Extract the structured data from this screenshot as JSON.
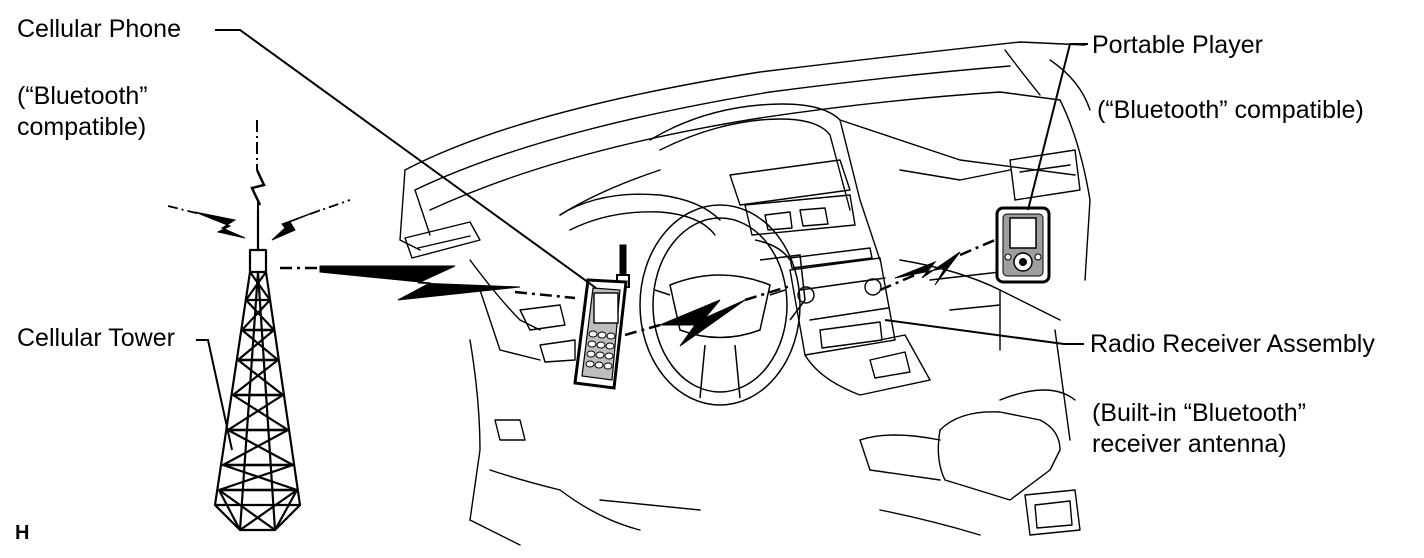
{
  "labels": {
    "cellular_phone": "Cellular Phone",
    "cellular_phone_note_1": "(“Bluetooth”",
    "cellular_phone_note_2": "compatible)",
    "portable_player": "Portable Player",
    "portable_player_note": "(“Bluetooth” compatible)",
    "cellular_tower": "Cellular Tower",
    "radio_receiver": "Radio Receiver Assembly",
    "radio_receiver_note_1": "(Built-in “Bluetooth”",
    "radio_receiver_note_2": "receiver antenna)",
    "figure_mark": "H"
  },
  "colors": {
    "line": "#000000",
    "background": "#ffffff"
  }
}
